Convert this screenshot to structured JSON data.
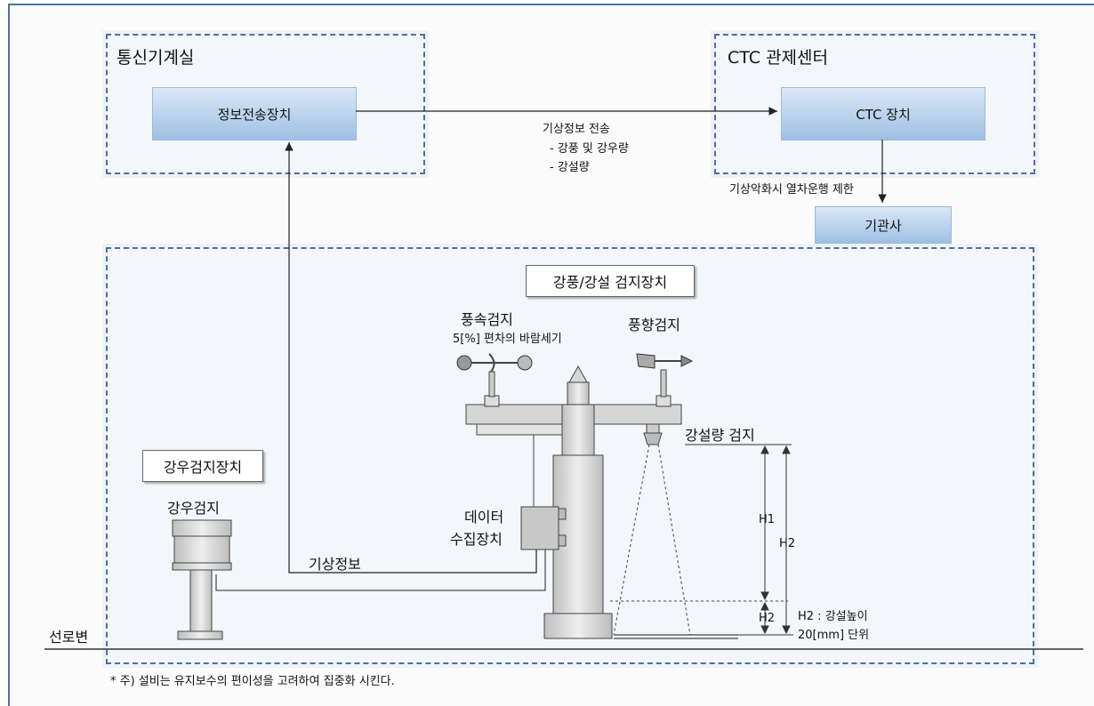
{
  "zones": {
    "comm_room_title": "통신기계실",
    "ctc_center_title": "CTC 관제센터"
  },
  "boxes": {
    "info_transmitter": "정보전송장치",
    "ctc_device": "CTC 장치",
    "engineer": "기관사",
    "wind_snow_detector": "강풍/강설 검지장치",
    "rain_detector_unit": "강우검지장치"
  },
  "flow": {
    "weather_transmission": "기상정보 전송",
    "item_wind_rain": "- 강풍 및 강우량",
    "item_snow": "- 강설량",
    "restriction": "기상악화시 열차운행 제한",
    "weather_info": "기상정보"
  },
  "equipment": {
    "anemometer": "풍속검지",
    "anemometer_note": "5[%] 편차의 바람세기",
    "wind_vane": "풍향검지",
    "snow_sensor": "강설량 검지",
    "rain_sensor": "강우검지",
    "data_logger_line1": "데이터",
    "data_logger_line2": "수집장치",
    "h1": "H1",
    "h2_right": "H2",
    "h2_small": "H2",
    "h2_note": "H2 : 강설높이",
    "h2_unit": "20[mm] 단위",
    "trackside": "선로변"
  },
  "footnote": "* 주) 설비는 유지보수의 편이성을 고려하여 집중화 시킨다.",
  "colors": {
    "zone_border": "#4f6f9f",
    "box_gradient_top": "#dbe8f6",
    "box_gradient_bottom": "#9ec0e4",
    "equipment_fill": "#d6d6d6"
  }
}
